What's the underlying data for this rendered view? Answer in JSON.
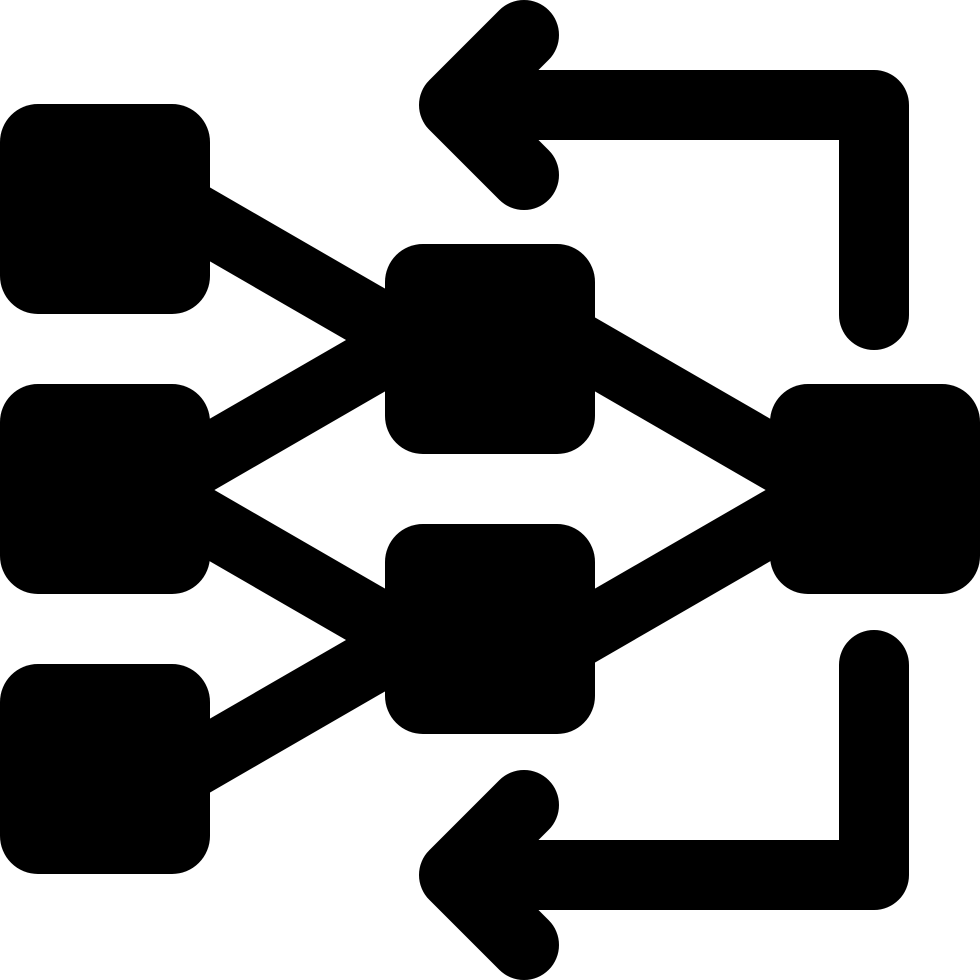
{
  "icon": {
    "name": "neural-network-feedback-icon",
    "fill_color": "#000000",
    "background_color": "#ffffff"
  },
  "layers": {
    "input_nodes": 3,
    "hidden_nodes": 2,
    "output_nodes": 1
  },
  "feedback_arrows": [
    {
      "name": "top-feedback-arrow",
      "direction": "left"
    },
    {
      "name": "bottom-feedback-arrow",
      "direction": "left"
    }
  ]
}
